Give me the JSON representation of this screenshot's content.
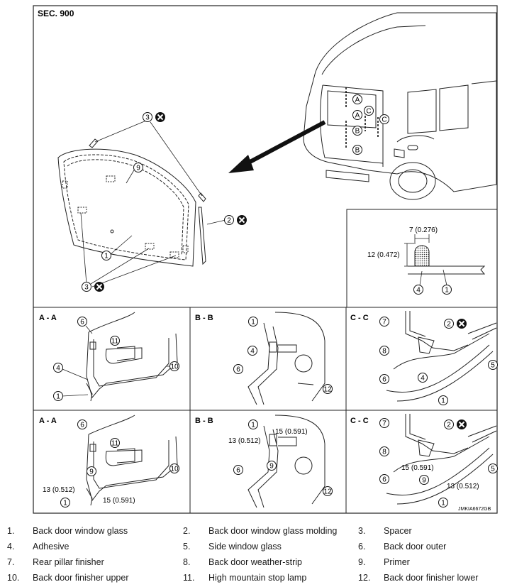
{
  "section_title": "SEC. 900",
  "figure_code": "JMKIA6672GB",
  "callouts": {
    "c1": "1",
    "c2": "2",
    "c3": "3",
    "c4": "4",
    "c5": "5",
    "c6": "6",
    "c7": "7",
    "c8": "8",
    "c9": "9",
    "c10": "10",
    "c11": "11",
    "c12": "12",
    "A": "A",
    "B": "B",
    "C": "C"
  },
  "dimensions": {
    "width": "7 (0.276)",
    "height": "12 (0.472)",
    "d13": "13 (0.512)",
    "d15": "15 (0.591)"
  },
  "section_views": [
    "A - A",
    "B - B",
    "C - C",
    "A - A",
    "B - B",
    "C - C"
  ],
  "legend": [
    {
      "num": "1.",
      "text": "Back door window glass"
    },
    {
      "num": "2.",
      "text": "Back door window glass molding"
    },
    {
      "num": "3.",
      "text": "Spacer"
    },
    {
      "num": "4.",
      "text": "Adhesive"
    },
    {
      "num": "5.",
      "text": "Side window glass"
    },
    {
      "num": "6.",
      "text": "Back door outer"
    },
    {
      "num": "7.",
      "text": "Rear pillar finisher"
    },
    {
      "num": "8.",
      "text": "Back door weather-strip"
    },
    {
      "num": "9.",
      "text": "Primer"
    },
    {
      "num": "10.",
      "text": "Back door finisher upper"
    },
    {
      "num": "11.",
      "text": "High mountain stop lamp"
    },
    {
      "num": "12.",
      "text": "Back door finisher lower"
    }
  ]
}
